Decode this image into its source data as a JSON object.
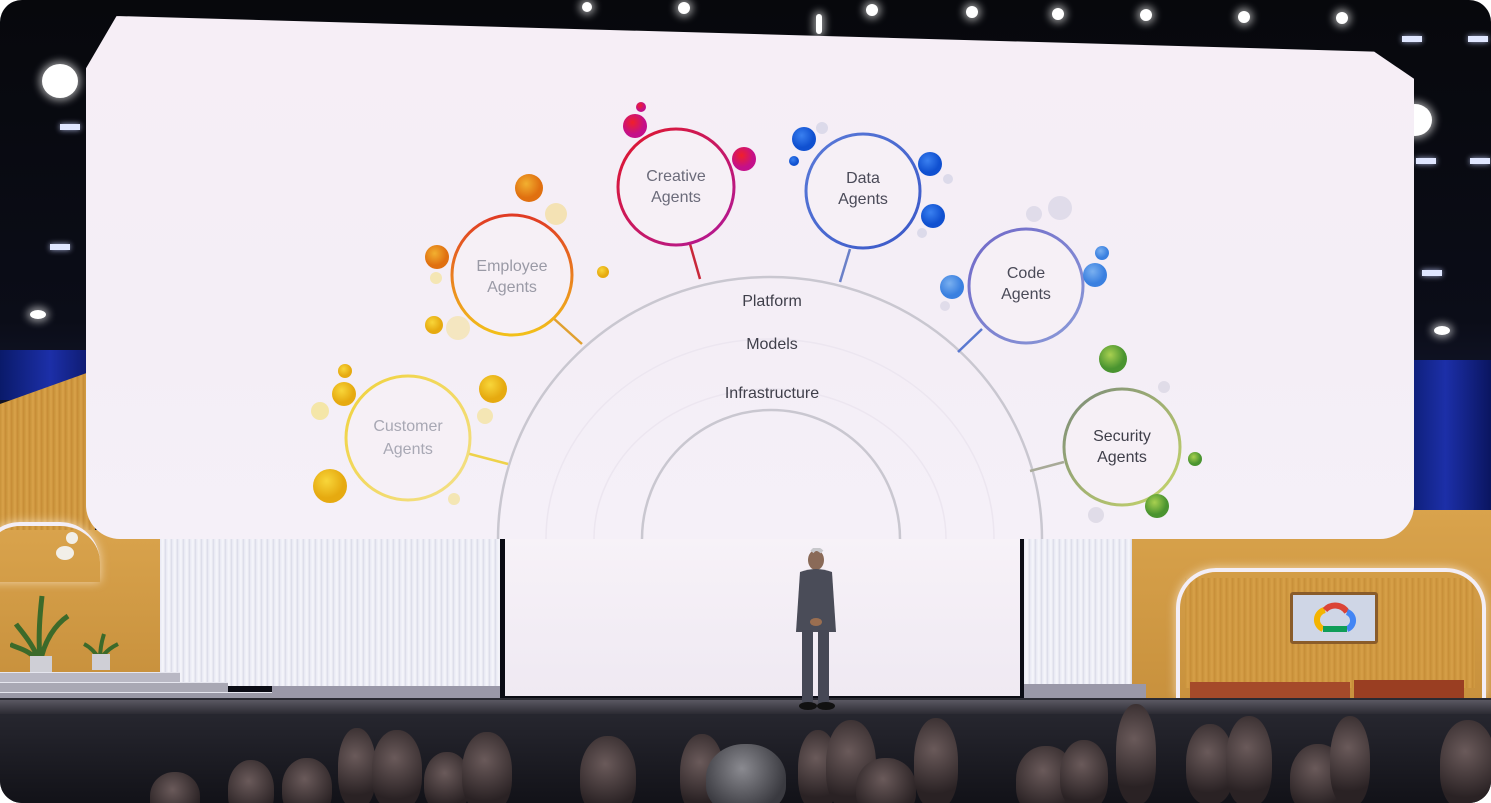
{
  "scene": {
    "description": "Keynote stage with large presentation screen showing an AI agents diagram",
    "presenter": "speaker standing center stage in dark suit",
    "brand_logo": "google-cloud-logo"
  },
  "slide": {
    "layers": [
      {
        "label": "Platform"
      },
      {
        "label": "Models"
      },
      {
        "label": "Infrastructure"
      }
    ],
    "agents": [
      {
        "line1": "Customer",
        "line2": "Agents",
        "color": "#f2c418"
      },
      {
        "line1": "Employee",
        "line2": "Agents",
        "color": "#f0a020"
      },
      {
        "line1": "Creative",
        "line2": "Agents",
        "color": "#e0183a"
      },
      {
        "line1": "Data",
        "line2": "Agents",
        "color": "#2a6fe0"
      },
      {
        "line1": "Code",
        "line2": "Agents",
        "color": "#4a90e6"
      },
      {
        "line1": "Security",
        "line2": "Agents",
        "color": "#6aa63a"
      }
    ]
  },
  "colors": {
    "screen_bg": "#f5eff7",
    "ring_stroke": "#c9c7d0",
    "wood": "#d19a44",
    "backdrop": "#f3eef5"
  }
}
